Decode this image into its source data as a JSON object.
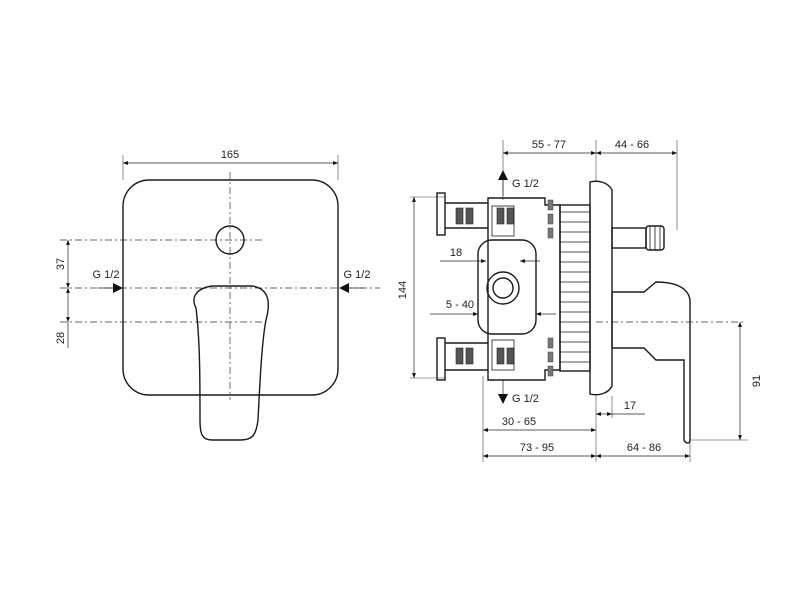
{
  "front_view": {
    "width_label": "165",
    "upper_offset_label": "37",
    "lower_offset_label": "28",
    "inlet_left_label": "G 1/2",
    "inlet_right_label": "G 1/2"
  },
  "side_view": {
    "dim_top_left": "55 - 77",
    "dim_top_right": "44 - 66",
    "outlet_top_label": "G 1/2",
    "outlet_bottom_label": "G 1/2",
    "height_label": "144",
    "dim_18": "18",
    "dim_5_40": "5 - 40",
    "dim_17": "17",
    "dim_30_65": "30 - 65",
    "dim_73_95": "73 - 95",
    "dim_64_86": "64 - 86",
    "dim_91": "91"
  }
}
